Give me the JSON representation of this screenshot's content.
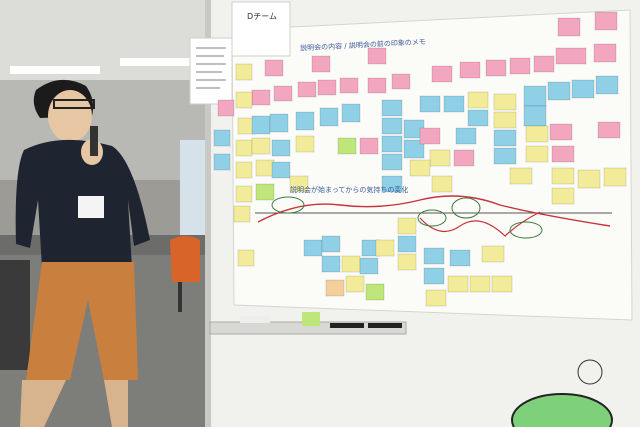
{
  "board": {
    "corner_sheet": "Dチーム",
    "top_caption": "説明会の内容 / 説明会の前の印象のメモ",
    "timeline_caption": "説明会が始まってからの気持ちの変化"
  },
  "colors": {
    "note_pink": "#f3a6c0",
    "note_blue": "#8fd0e6",
    "note_yellow": "#f2ec9a",
    "note_green": "#bfe67a",
    "note_peach": "#f4cf9b",
    "shirt": "#1e2430",
    "pants": "#c9803e",
    "chair": "#d9642a",
    "marker_red": "#c8323c"
  },
  "scene": {
    "description_tags": [
      "presenter-with-microphone",
      "whiteboard-with-sticky-notes",
      "office-background"
    ]
  }
}
